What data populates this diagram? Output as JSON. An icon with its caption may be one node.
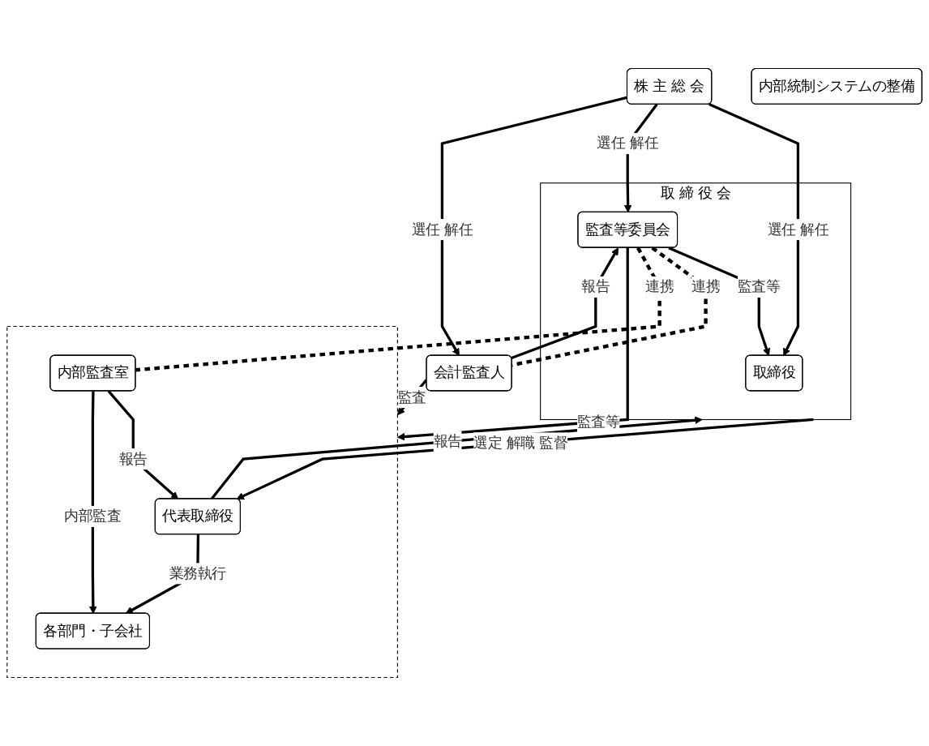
{
  "diagram": {
    "nodes": [
      {
        "text": [
          "株 主 総 会"
        ]
      },
      {
        "text": [
          "取 締 役 会"
        ]
      },
      {
        "text": [
          "取締役"
        ],
        "in": 1
      },
      {
        "text": [
          "監査等委員会"
        ],
        "in": 1
      },
      {
        "text": [
          "会計監査人"
        ]
      },
      {
        "text": [],
        "shape": "box"
      },
      {
        "text": [
          "代表取締役"
        ],
        "in": 5
      },
      {
        "text": [
          "内部監査室"
        ],
        "in": 5
      },
      {
        "text": [
          "各部門・子会社"
        ],
        "in": 5
      },
      {
        "text": [
          "内部統制システムの整備"
        ]
      }
    ],
    "edges": [
      {
        "from": 0,
        "to": 2,
        "arrow": "to",
        "label": "選任 解任"
      },
      {
        "from": 0,
        "to": 3,
        "arrow": "to",
        "label": "選任 解任"
      },
      {
        "from": 0,
        "to": 4,
        "arrow": "to",
        "label": "選任 解任"
      },
      {
        "from": 3,
        "to": 2,
        "arrow": "to",
        "label": "監査等"
      },
      {
        "from": 4,
        "to": 3,
        "arrow": "to",
        "label": "報告"
      },
      {
        "from": 3,
        "to": 4,
        "arrow": "none",
        "label": "連携",
        "style": "dashed"
      },
      {
        "from": 3,
        "to": 5,
        "arrow": "to",
        "label": "監査等"
      },
      {
        "from": 3,
        "to": 7,
        "arrow": "none",
        "label": "連携",
        "style": "dashed"
      },
      {
        "from": 1,
        "to": 6,
        "arrow": "to",
        "label": "選定 解職 監督"
      },
      {
        "from": 6,
        "to": 1,
        "arrow": "to",
        "label": "報告"
      },
      {
        "from": 7,
        "to": 6,
        "arrow": "to",
        "label": "報告"
      },
      {
        "from": 6,
        "to": 8,
        "arrow": "to",
        "label": "業務執行"
      },
      {
        "from": 7,
        "to": 8,
        "arrow": "to",
        "label": "内部監査"
      },
      {
        "from": 4,
        "to": 5,
        "arrow": "to",
        "label": "監査"
      }
    ]
  }
}
